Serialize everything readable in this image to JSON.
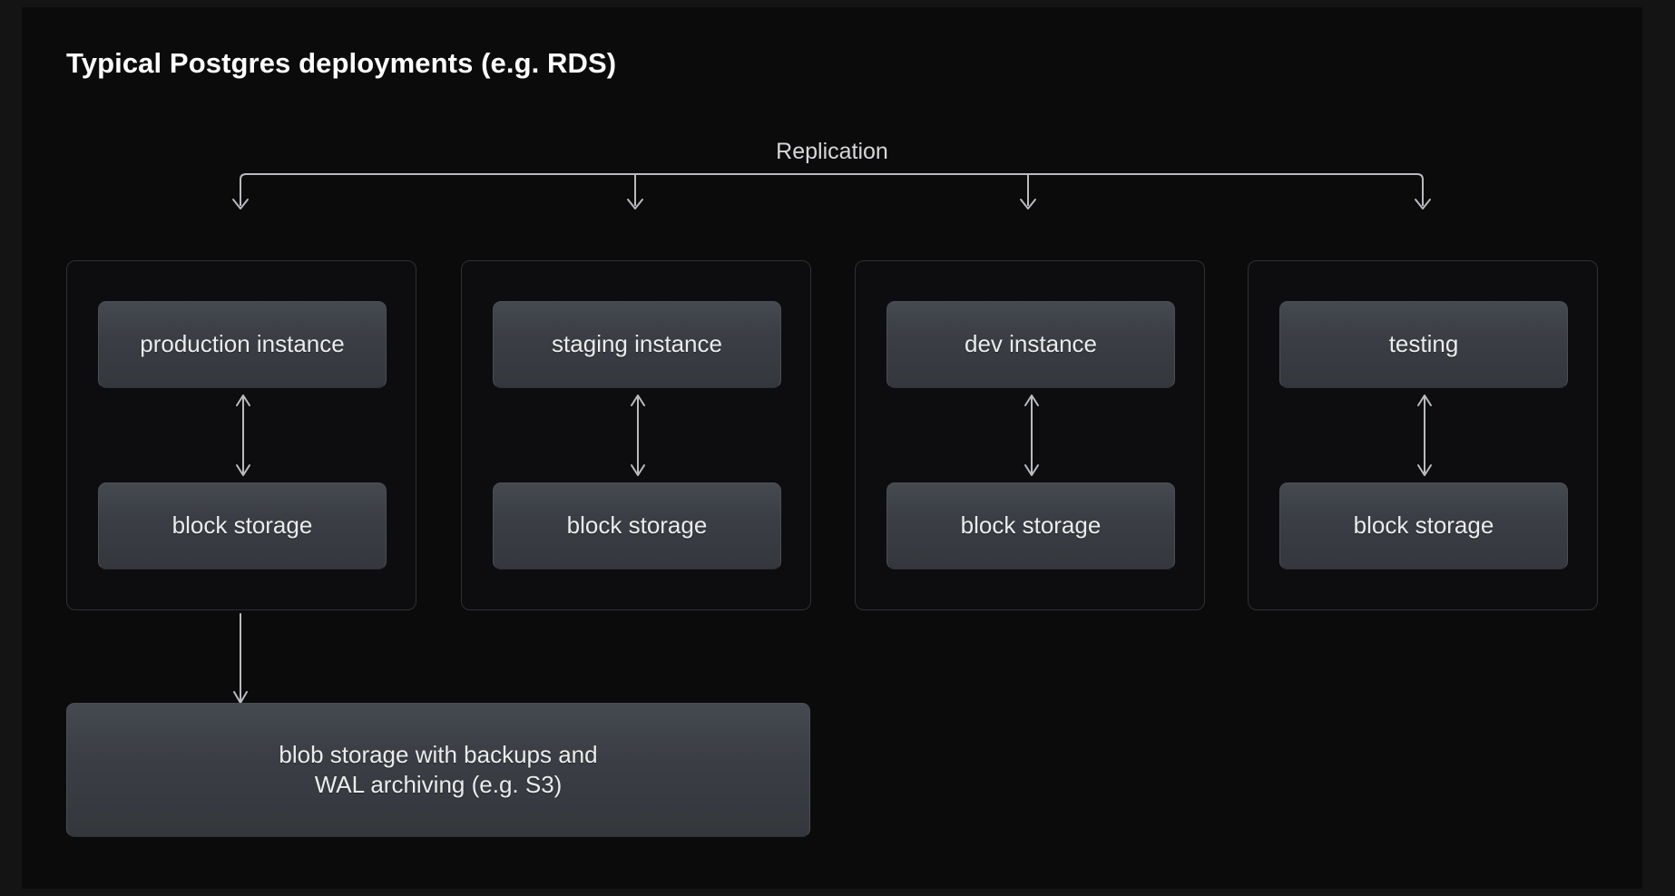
{
  "page": {
    "title": "Typical Postgres deployments (e.g. RDS)",
    "background_color": "#141414",
    "panel_color": "#0b0b0c",
    "text_color": "#ececed",
    "node_fill": "#3b3f45",
    "connector_color": "#b9bbbf"
  },
  "diagram": {
    "type": "flow-diagram",
    "replication_label": "Replication",
    "groups": [
      {
        "id": "production",
        "instance": "production instance",
        "storage": "block storage"
      },
      {
        "id": "staging",
        "instance": "staging instance",
        "storage": "block storage"
      },
      {
        "id": "dev",
        "instance": "dev instance",
        "storage": "block storage"
      },
      {
        "id": "testing",
        "instance": "testing",
        "storage": "block storage"
      }
    ],
    "blob_storage": {
      "line1": "blob storage with backups and",
      "line2": "WAL archiving (e.g. S3)"
    }
  }
}
